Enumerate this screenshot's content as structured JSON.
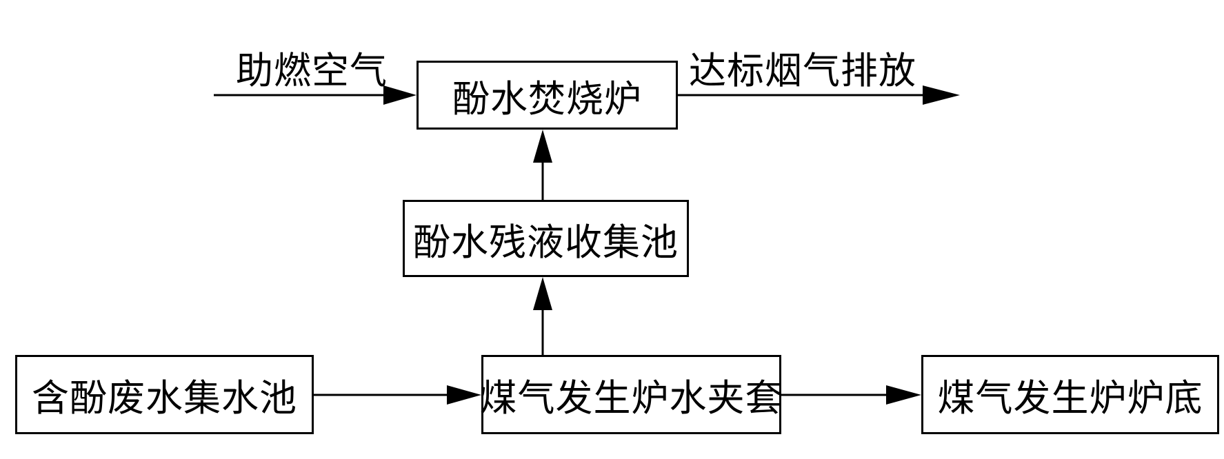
{
  "nodes": {
    "incinerator": "酚水焚烧炉",
    "residue_pool": "酚水残液收集池",
    "wastewater_pool": "含酚废水集水池",
    "water_jacket": "煤气发生炉水夹套",
    "furnace_bottom": "煤气发生炉炉底"
  },
  "labels": {
    "combustion_air": "助燃空气",
    "flue_gas_discharge": "达标烟气排放"
  }
}
